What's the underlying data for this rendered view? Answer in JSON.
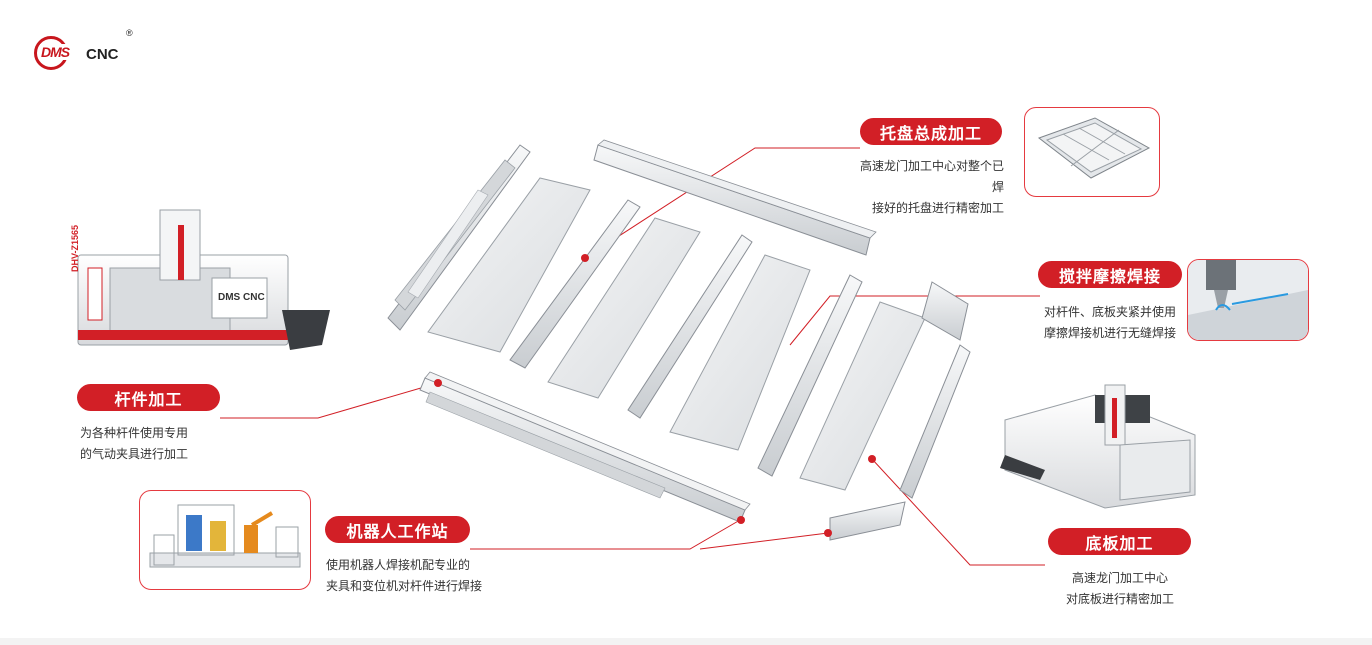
{
  "brand": {
    "logo_mark": "DMS",
    "logo_text": "CNC",
    "registered": "®"
  },
  "colors": {
    "accent": "#d21f26",
    "metal": "#e6e8ea",
    "outline": "#8a8f96"
  },
  "callouts": {
    "tray": {
      "title": "托盘总成加工",
      "line1": "高速龙门加工中心对整个已焊",
      "line2": "接好的托盘进行精密加工"
    },
    "fsw": {
      "title": "搅拌摩擦焊接",
      "line1": "对杆件、底板夹紧并使用",
      "line2": "摩擦焊接机进行无缝焊接"
    },
    "rod": {
      "title": "杆件加工",
      "line1": "为各种杆件使用专用",
      "line2": "的气动夹具进行加工"
    },
    "robot": {
      "title": "机器人工作站",
      "line1": "使用机器人焊接机配专业的",
      "line2": "夹具和变位机对杆件进行焊接"
    },
    "base": {
      "title": "底板加工",
      "line1": "高速龙门加工中心",
      "line2": "对底板进行精密加工"
    }
  },
  "machine_left": {
    "model": "DHV-Z1565",
    "brand": "DMS CNC"
  }
}
